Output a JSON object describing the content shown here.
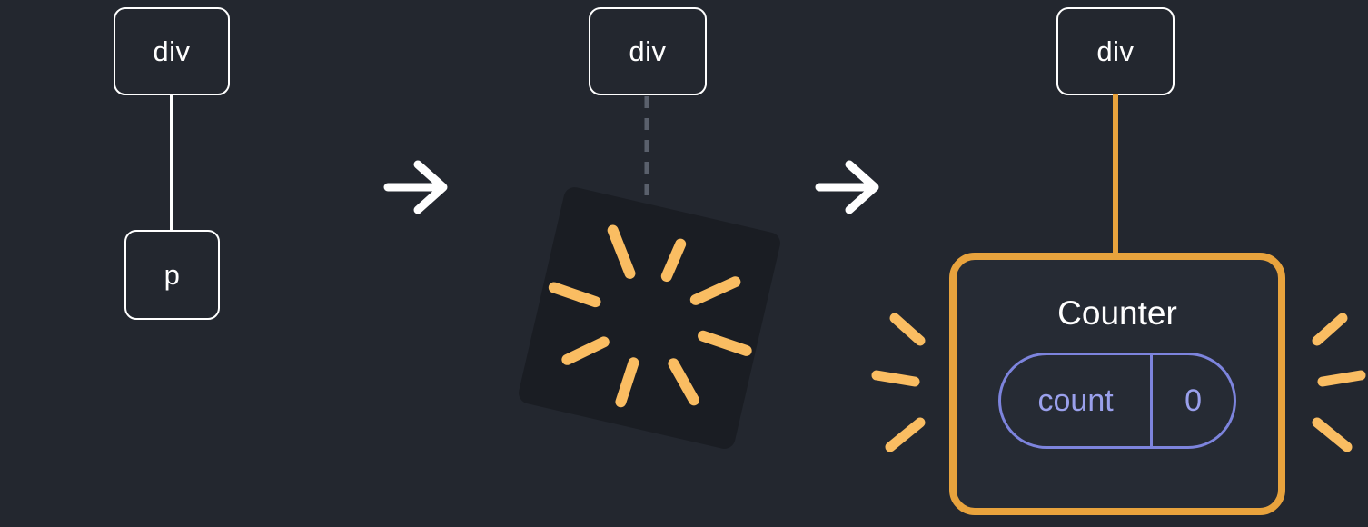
{
  "colors": {
    "bg": "#23272f",
    "node-border": "#ffffff",
    "text": "#ffffff",
    "connector": "#ffffff",
    "dashed": "#5a606c",
    "explosion-fill": "#1a1d23",
    "burst": "#fabd62",
    "highlight": "#e8a33d",
    "panel": "#262b34",
    "lavender-border": "#7d84dd",
    "lavender-text": "#9aa0ec"
  },
  "stage1": {
    "parent_label": "div",
    "child_label": "p"
  },
  "stage2": {
    "parent_label": "div"
  },
  "stage3": {
    "parent_label": "div",
    "component_title": "Counter",
    "state_key": "count",
    "state_value": "0"
  }
}
